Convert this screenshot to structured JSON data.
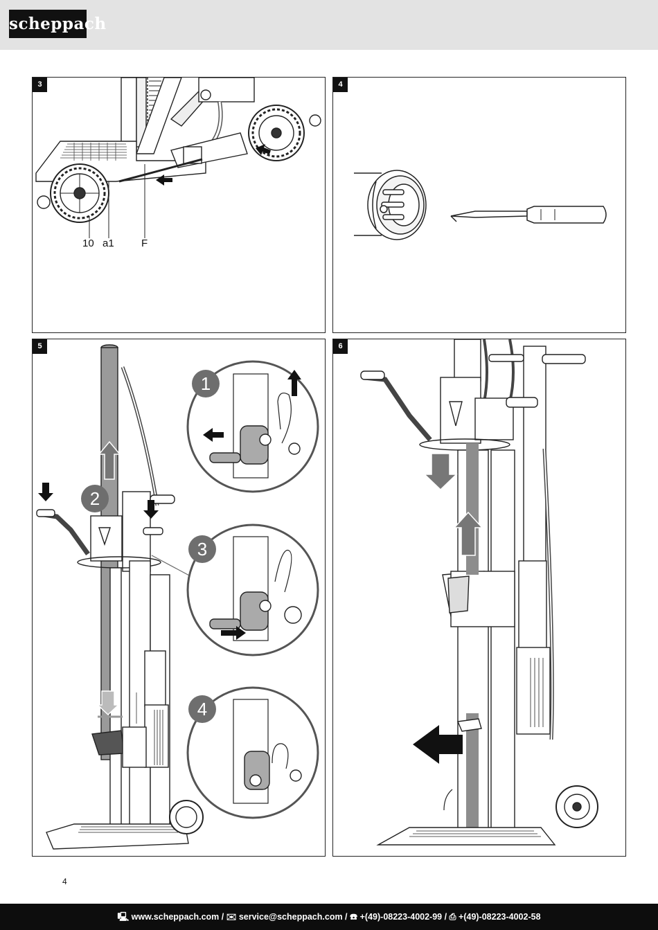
{
  "header": {
    "brand": "scheppach"
  },
  "figures": [
    {
      "number": "3",
      "callouts": [
        "10",
        "a1",
        "F"
      ]
    },
    {
      "number": "4"
    },
    {
      "number": "5",
      "steps": [
        "1",
        "2",
        "3",
        "4"
      ]
    },
    {
      "number": "6"
    }
  ],
  "page_number": "4",
  "footer": {
    "website_icon": "computer-icon",
    "website": "www.scheppach.com",
    "email_icon": "email-icon",
    "email": "service@scheppach.com",
    "phone_icon": "phone-icon",
    "phone": "+(49)-08223-4002-99",
    "fax_icon": "fax-icon",
    "fax": "+(49)-08223-4002-58",
    "separator": " / "
  }
}
